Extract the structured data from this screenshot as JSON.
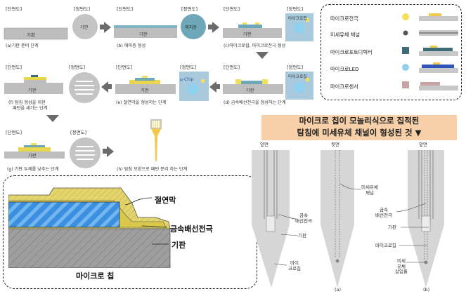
{
  "tags": {
    "cross_section": "[단면도]",
    "front_view": "[정면도]"
  },
  "steps": {
    "a": "(a)기판 준비 단계",
    "b": "(b) 에피층 형성",
    "c": "(c)마이크로칩, 마이크로전극 형성",
    "d": "(d) 금속배선전극을 형성하는 단계",
    "e": "(e) 절연막을 형성하는 단계",
    "f_line1": "(f) 탐침 형성을 위한",
    "f_line2": "패턴을 새기는 단계",
    "g": "(g) 기판 두께를 낮추는 단계",
    "h": "(h) 탐침 모양으로 패턴 분리 하는 단계"
  },
  "inner_labels": {
    "substrate": "기판",
    "epi": "에피층",
    "microchip": "마이크로칩",
    "pchip": "μ-Chip"
  },
  "legend": {
    "items": [
      {
        "label": "마이크로전극",
        "color": "#f2e05a"
      },
      {
        "label": "미세유체 채널",
        "color": "#555555"
      },
      {
        "label": "마이크로포토디텍터",
        "color": "#3f6a78"
      },
      {
        "label": "마이크로LED",
        "color": "#8fd0ef"
      },
      {
        "label": "마이크로센서",
        "color": "#c7a3a3"
      }
    ]
  },
  "banner": {
    "line1": "마이크로 칩이 모놀리식으로 집적된",
    "line2": "탐침에 미세유체 채널이 형성된 것 ▼"
  },
  "zoom": {
    "insulating": "절연막",
    "metal_wiring": "금속배선전극",
    "substrate": "기판",
    "microchip": "마이크로 칩"
  },
  "probes": {
    "top_left": "앞면",
    "top_mid": "뒷면",
    "top_right": "앞면",
    "metal_wiring": "금속\n배선전극",
    "substrate_left": "기판",
    "microchip_left": "마이\n크로칩",
    "microfluid_channel": "미세유체\n채널",
    "metal_wiring_right": "금속\n배선전극",
    "substrate_right": "기판",
    "microchip_right": "마이크로칩",
    "inlet": "미세\n유체\n삽입홀",
    "cap_a": "(a)",
    "cap_b": "(b)"
  }
}
